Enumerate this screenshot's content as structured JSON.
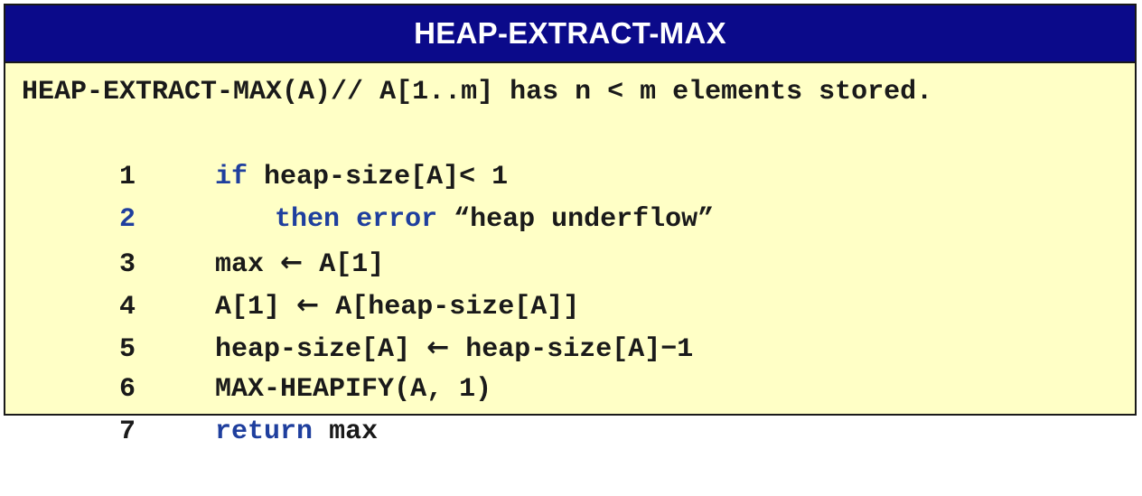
{
  "title": "HEAP-EXTRACT-MAX",
  "signature": "HEAP-EXTRACT-MAX(A)// A[1..m] has n < m elements stored.",
  "lines": [
    {
      "num": "1",
      "kw": "if",
      "text": " heap-size[A]< 1"
    },
    {
      "num": "2",
      "kw1": "then",
      "kw2": "error",
      "text": " “heap underflow”"
    },
    {
      "num": "3",
      "left": "max ",
      "arrow": "←",
      "right": " A[1]"
    },
    {
      "num": "4",
      "left": "A[1] ",
      "arrow": "←",
      "right": " A[heap-size[A]]"
    },
    {
      "num": "5",
      "left": "heap-size[A] ",
      "arrow": "←",
      "right": " heap-size[A]−1"
    },
    {
      "num": "6",
      "text": "MAX-HEAPIFY(A, 1)"
    },
    {
      "num": "7",
      "kw": "return",
      "text": " max"
    }
  ]
}
